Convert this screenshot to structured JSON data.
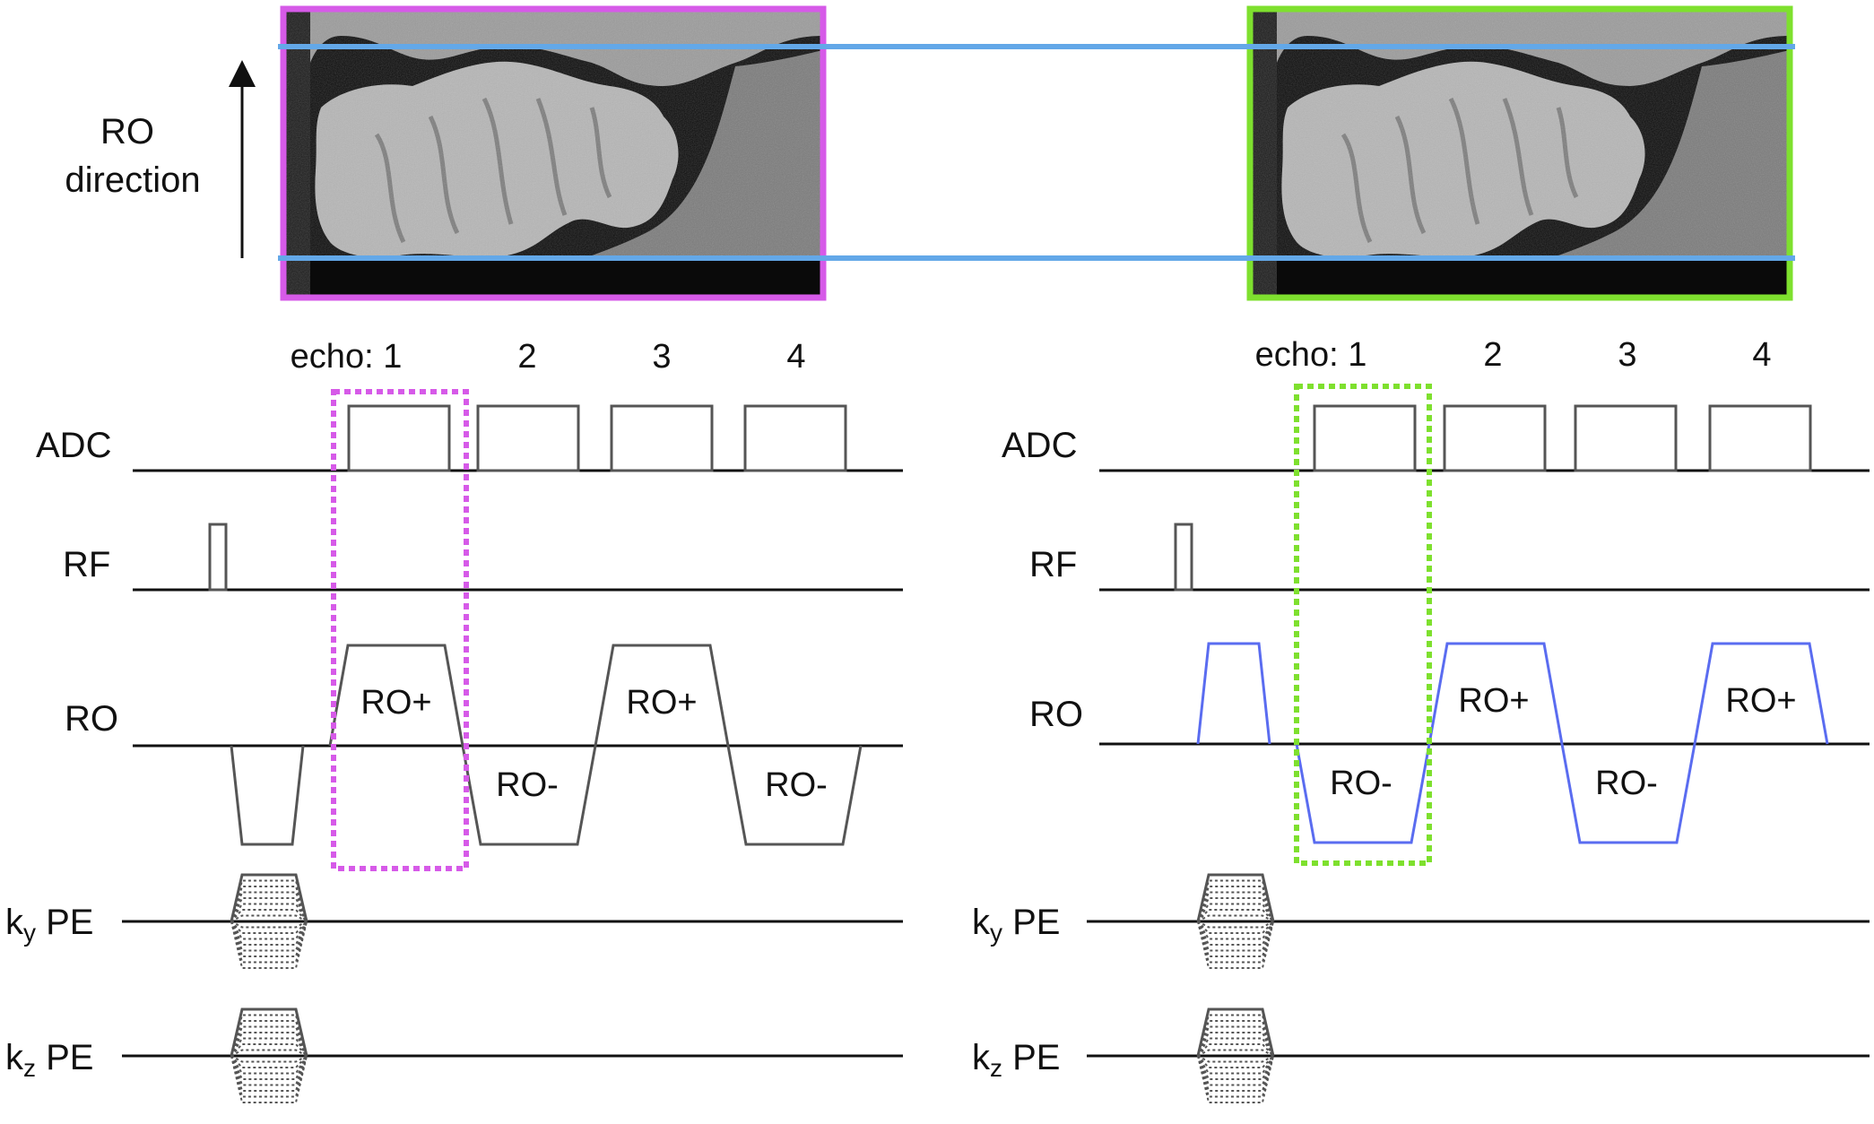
{
  "ro_direction": {
    "line1": "RO",
    "line2": "direction"
  },
  "panels": [
    {
      "id": "left",
      "frame_color": "#d65ae8",
      "rf_label": "RF",
      "adc_label": "ADC",
      "ro_label": "RO",
      "ky_label": {
        "k": "k",
        "sub": "y",
        "rest": " PE"
      },
      "kz_label": {
        "k": "k",
        "sub": "z",
        "rest": " PE"
      },
      "echo_labels": [
        "echo: 1",
        "2",
        "3",
        "4"
      ],
      "lobe_labels": [
        "RO+",
        "RO-",
        "RO+",
        "RO-"
      ]
    },
    {
      "id": "right",
      "frame_color": "#7ee02e",
      "rf_label": "RF",
      "adc_label": "ADC",
      "ro_label": "RO",
      "ky_label": {
        "k": "k",
        "sub": "y",
        "rest": " PE"
      },
      "kz_label": {
        "k": "k",
        "sub": "z",
        "rest": " PE"
      },
      "echo_labels": [
        "echo: 1",
        "2",
        "3",
        "4"
      ],
      "lobe_labels": [
        "RO-",
        "RO+",
        "RO-",
        "RO+"
      ]
    }
  ],
  "colors": {
    "guide_line": "#63a8e8",
    "right_gradient": "#5a6cf0",
    "waveform": "#555555",
    "baseline": "#111111"
  }
}
